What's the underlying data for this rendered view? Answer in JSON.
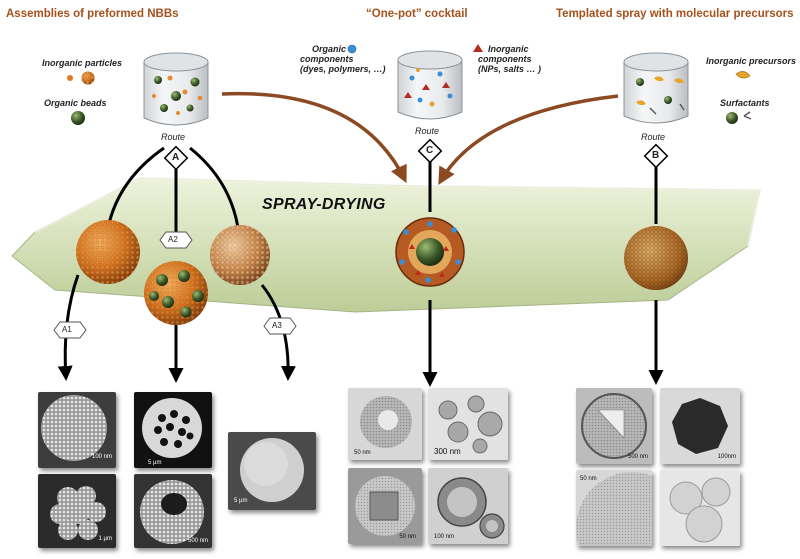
{
  "headers": {
    "left": "Assemblies of preformed NBBs",
    "center": "“One-pot” cocktail",
    "right": "Templated spray with molecular precursors"
  },
  "labels": {
    "inorganic_particles": "Inorganic particles",
    "organic_beads": "Organic beads",
    "organic_components": [
      "Organic",
      "components",
      "(dyes, polymers, …)"
    ],
    "inorganic_components": [
      "Inorganic",
      "components",
      "(NPs, salts … )"
    ],
    "inorganic_precursors": "Inorganic precursors",
    "surfactants": "Surfactants",
    "route": "Route",
    "spray_drying": "SPRAY-DRYING"
  },
  "routes": {
    "a": "A",
    "b": "B",
    "c": "C",
    "a1": "A1",
    "a2": "A2",
    "a3": "A3"
  },
  "scale_bars": {
    "a1_top": "100 nm",
    "a2_top": "5 µm",
    "a3": "5 µm",
    "a1_bottom": "1 µm",
    "a2_bottom": "500 nm",
    "c_left_top": "50 nm",
    "c_right_top": "300 nm",
    "c_left_bottom": "50 nm",
    "c_right_bottom": "100 nm",
    "b_left_top": "500 nm",
    "b_right_top": "100nm",
    "b_left_bottom": "50 nm"
  },
  "colors": {
    "header": "#a5511c",
    "arrow_curve": "#8b4a22",
    "leaf": "#d8e2bf",
    "sphere_orange": "#d6772a",
    "bead_green": "#3e5c2a"
  }
}
